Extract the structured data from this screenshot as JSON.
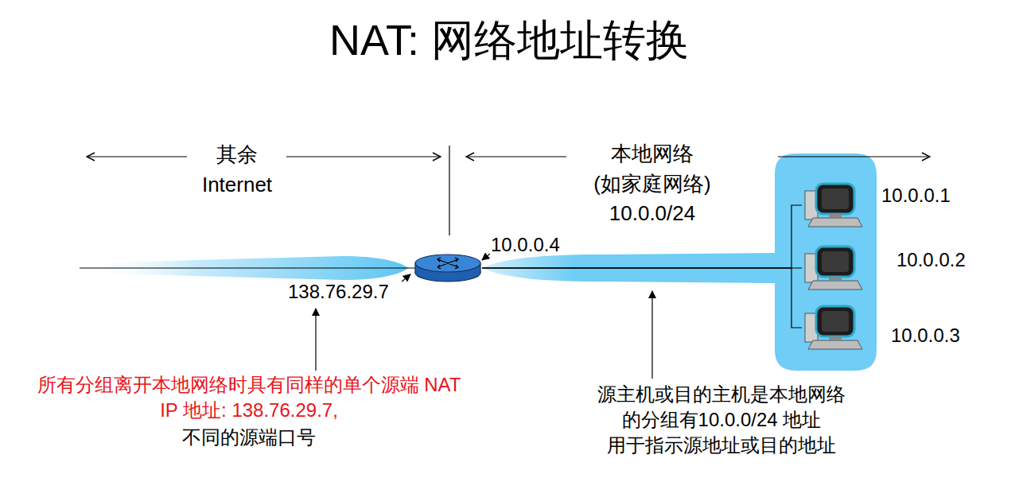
{
  "diagram": {
    "title": "NAT: 网络地址转换",
    "nodes": [
      {
        "text": [
          "10.0.0.4",
          "138.76.29.7"
        ]
      },
      {
        "text": [
          "10.0.0.1"
        ]
      },
      {
        "text": [
          "10.0.0.2"
        ]
      },
      {
        "text": [
          "10.0.0.3"
        ]
      }
    ],
    "edges": [
      {
        "from": 0,
        "to": 1,
        "arrow": "none"
      },
      {
        "from": 0,
        "to": 2,
        "arrow": "none"
      },
      {
        "from": 0,
        "to": 3,
        "arrow": "none"
      }
    ],
    "labels": [
      "其余 Internet",
      "本地网络 (如家庭网络) 10.0.0/24",
      "所有分组离开本地网络时具有同样的单个源端 NAT IP 地址: 138.76.29.7,",
      "不同的源端口号",
      "源主机或目的主机是本地网络 的分组有10.0.0/24 地址 用于指示源地址或目的地址"
    ]
  }
}
